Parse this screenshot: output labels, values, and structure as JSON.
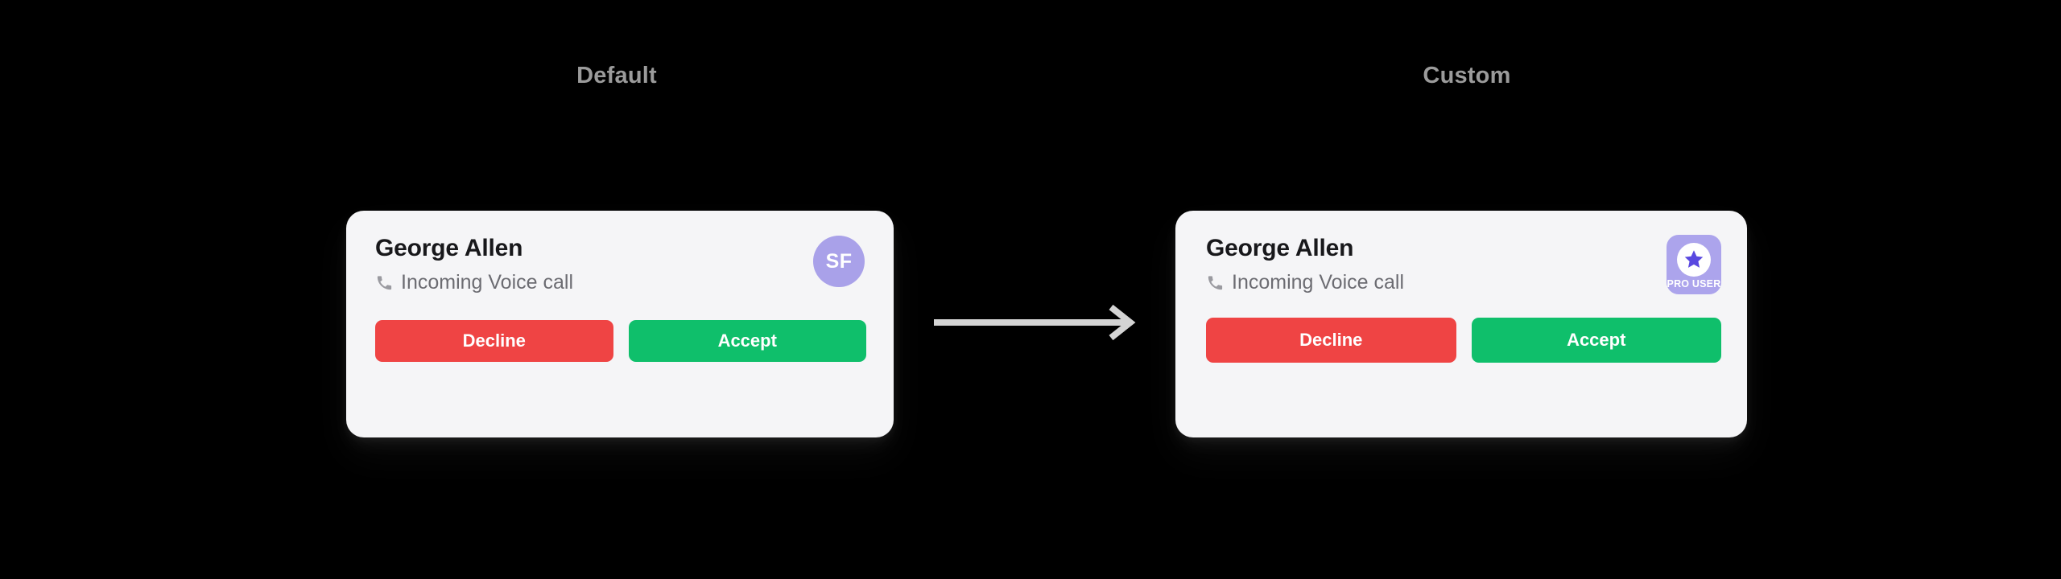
{
  "background_color": "#000000",
  "columns": [
    {
      "key": "default",
      "label": "Default"
    },
    {
      "key": "custom",
      "label": "Custom"
    }
  ],
  "flow": {
    "arrow_icon": "arrow-right-icon",
    "arrow_color": "#d4d4d4"
  },
  "cards": {
    "default": {
      "caller_name": "George Allen",
      "call_status": "Incoming Voice call",
      "phone_icon": "phone-receiver-icon",
      "avatar": {
        "type": "initials-circle",
        "initials": "SF",
        "background_color": "#a9a1e9",
        "text_color": "#ffffff"
      },
      "buttons": {
        "decline_label": "Decline",
        "accept_label": "Accept",
        "decline_color": "#ef4444",
        "accept_color": "#0fbf6b"
      },
      "card_background": "#f5f5f7"
    },
    "custom": {
      "caller_name": "George Allen",
      "call_status": "Incoming Voice call",
      "phone_icon": "phone-receiver-icon",
      "badge": {
        "type": "pro-user-badge",
        "label": "PRO USER",
        "icon": "star-icon",
        "background_color": "#aca4ec",
        "disc_color": "#ffffff",
        "star_color": "#5948e0",
        "text_color": "#ffffff"
      },
      "buttons": {
        "decline_label": "Decline",
        "accept_label": "Accept",
        "decline_color": "#ef4444",
        "accept_color": "#0fbf6b"
      },
      "card_background": "#f5f5f7"
    }
  }
}
